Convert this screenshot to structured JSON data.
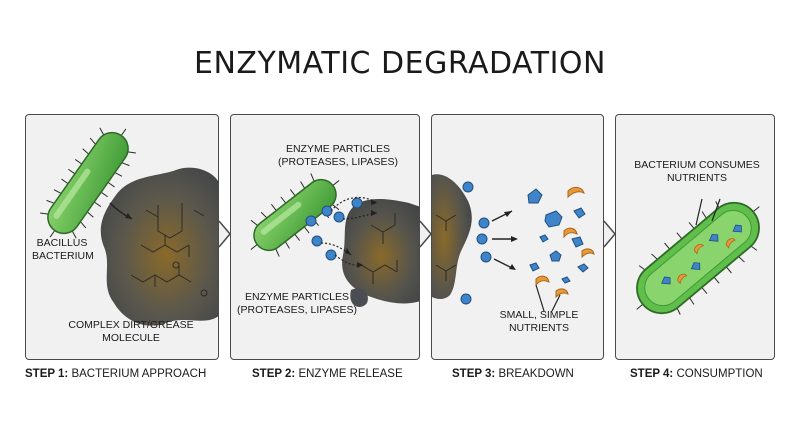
{
  "title": "ENZYMATIC DEGRADATION",
  "panels": [
    {
      "step_label": "STEP 1:",
      "step_name": "BACTERIUM APPROACH",
      "labels": {
        "bacterium": "BACILLUS BACTERIUM",
        "molecule": "COMPLEX DIRT/GREASE MOLECULE"
      }
    },
    {
      "step_label": "STEP 2:",
      "step_name": "ENZYME RELEASE",
      "labels": {
        "enzymes_top": "ENZYME PARTICLES (PROTEASES, LIPASES)",
        "enzymes_bottom": "ENZYME PARTICLES (PROTEASES, LIPASES)"
      }
    },
    {
      "step_label": "STEP 3:",
      "step_name": "BREAKDOWN",
      "labels": {
        "nutrients": "SMALL, SIMPLE NUTRIENTS"
      }
    },
    {
      "step_label": "STEP 4:",
      "step_name": "CONSUMPTION",
      "labels": {
        "consumes": "BACTERIUM CONSUMES NUTRIENTS"
      }
    }
  ],
  "colors": {
    "bacterium_fill": "#5fbf4a",
    "bacterium_dark": "#2f7a2a",
    "grease_dark": "#4a4e52",
    "grease_brown": "#8a6a2a",
    "enzyme_blue": "#3f84c8",
    "nutrient_orange": "#e89a3a",
    "panel_bg": "#f1f1f1"
  },
  "icons": [
    "bacterium-icon",
    "grease-molecule-icon",
    "enzyme-particle-icon",
    "nutrient-fragment-icon",
    "flow-arrow-icon"
  ]
}
